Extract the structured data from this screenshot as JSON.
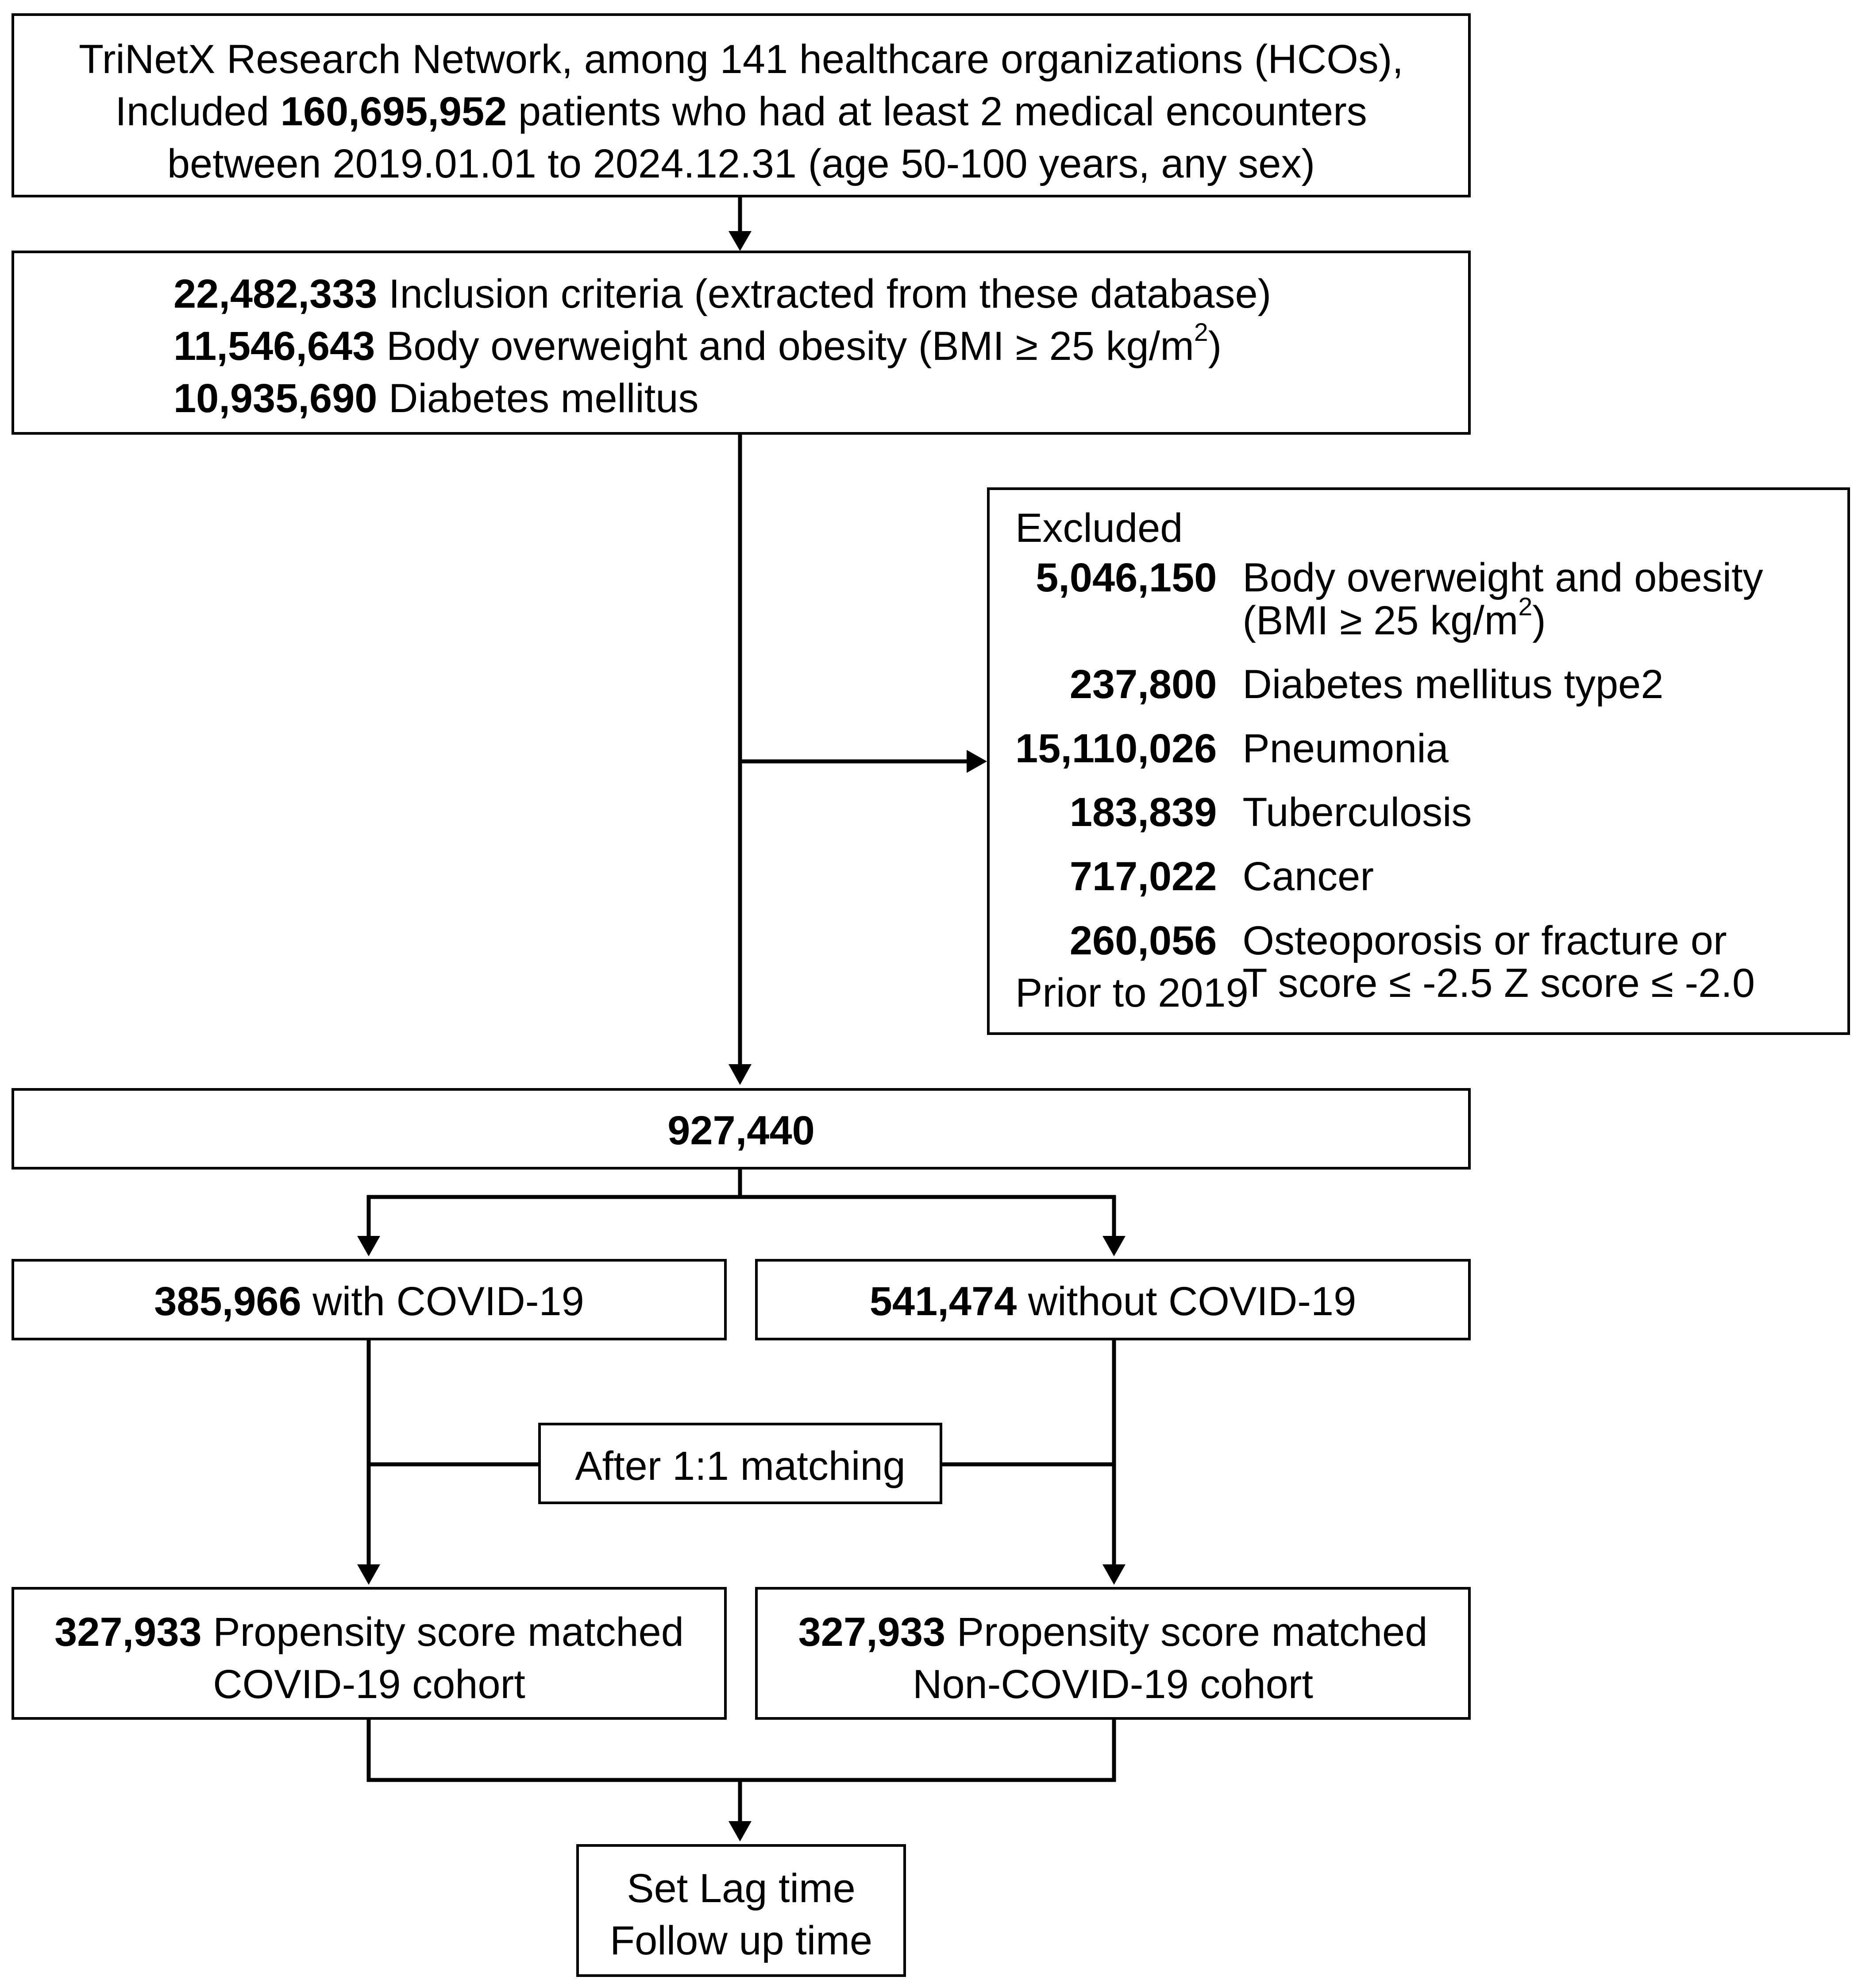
{
  "source_box": {
    "line1": "TriNetX Research Network, among 141 healthcare organizations (HCOs),",
    "line2_prefix": "Included ",
    "line2_number": "160,695,952",
    "line2_suffix": " patients who had at least 2 medical encounters",
    "line3": "between 2019.01.01 to 2024.12.31 (age 50-100 years, any sex)"
  },
  "inclusion_box": {
    "rows": [
      {
        "number": "22,482,333",
        "label": "Inclusion criteria (extracted from these database)"
      },
      {
        "number": "11,546,643",
        "label": "Body overweight and obesity (BMI ≥ 25 kg/m",
        "sup": "2",
        "label_end": ")"
      },
      {
        "number": "10,935,690",
        "label": "Diabetes mellitus"
      }
    ]
  },
  "excluded_box": {
    "title": "Excluded",
    "rows": [
      {
        "number": "5,046,150",
        "line1": "Body overweight and obesity",
        "line2": "(BMI ≥ 25 kg/m",
        "sup": "2",
        "line2_end": ")"
      },
      {
        "number": "237,800",
        "line1": "Diabetes mellitus type2"
      },
      {
        "number": "15,110,026",
        "line1": "Pneumonia"
      },
      {
        "number": "183,839",
        "line1": "Tuberculosis"
      },
      {
        "number": "717,022",
        "line1": "Cancer"
      },
      {
        "number": "260,056",
        "line1": "Osteoporosis or fracture or",
        "line2": "T score ≤ -2.5 Z score ≤ -2.0"
      }
    ],
    "footer": "Prior to 2019"
  },
  "total_box": {
    "number": "927,440"
  },
  "covid_box": {
    "number": "385,966",
    "label": " with COVID-19"
  },
  "noncovid_box": {
    "number": "541,474",
    "label": " without COVID-19"
  },
  "matching_box": {
    "label": "After 1:1 matching"
  },
  "matched_covid_box": {
    "number": "327,933",
    "line1": " Propensity score matched",
    "line2": "COVID-19 cohort"
  },
  "matched_noncovid_box": {
    "number": "327,933",
    "line1": " Propensity score matched",
    "line2": "Non-COVID-19 cohort"
  },
  "final_box": {
    "line1": "Set Lag time",
    "line2": "Follow up time"
  }
}
